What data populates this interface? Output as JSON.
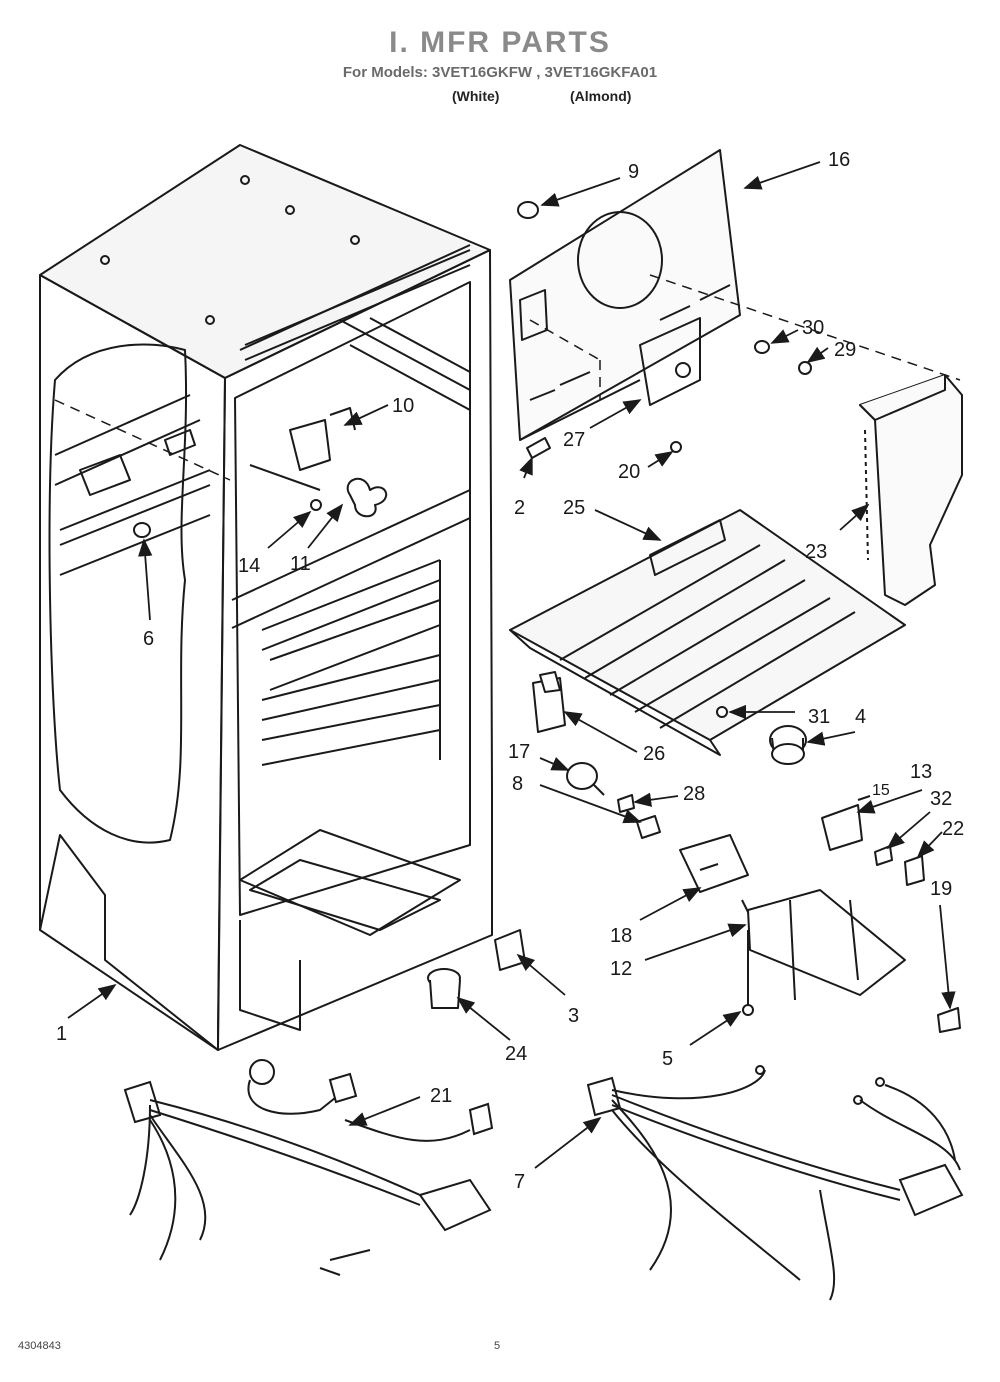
{
  "header": {
    "title": "I. MFR PARTS",
    "models_line": "For Models: 3VET16GKFW , 3VET16GKFA01",
    "color_white": "(White)",
    "color_almond": "(Almond)"
  },
  "parts": {
    "p1": "1",
    "p2": "2",
    "p3": "3",
    "p4": "4",
    "p5": "5",
    "p6": "6",
    "p7": "7",
    "p8": "8",
    "p9": "9",
    "p10": "10",
    "p11": "11",
    "p12": "12",
    "p13": "13",
    "p14": "14",
    "p15": "15",
    "p16": "16",
    "p17": "17",
    "p18": "18",
    "p19": "19",
    "p20": "20",
    "p21": "21",
    "p22": "22",
    "p23": "23",
    "p24": "24",
    "p25": "25",
    "p26": "26",
    "p27": "27",
    "p28": "28",
    "p29": "29",
    "p30": "30",
    "p31": "31",
    "p32": "32"
  },
  "footer": {
    "doc_number": "4304843",
    "page_number": "5"
  }
}
